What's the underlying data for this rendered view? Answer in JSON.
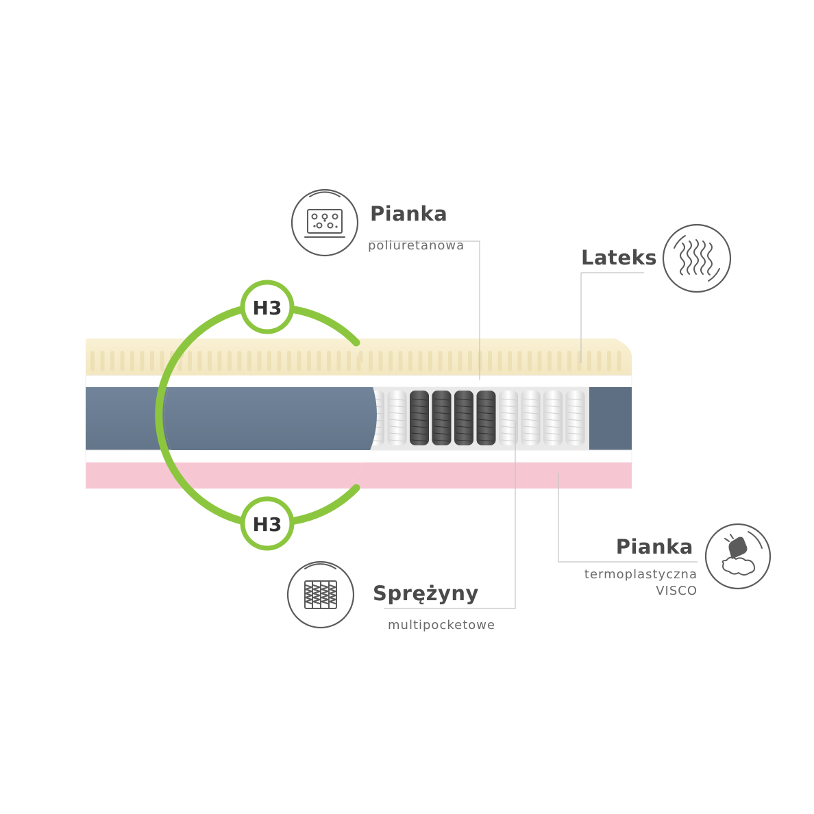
{
  "labels": {
    "polyurethane": {
      "title": "Pianka",
      "subtitle": "poliuretanowa",
      "icon": "foam-cells-icon"
    },
    "latex": {
      "title": "Lateks",
      "icon": "wavy-lines-icon"
    },
    "springs": {
      "title": "Sprężyny",
      "subtitle": "multipocketowe",
      "icon": "pocket-springs-icon"
    },
    "visco": {
      "title": "Pianka",
      "subtitle_line1": "termoplastyczna",
      "subtitle_line2": "VISCO",
      "icon": "hand-pressing-foam-icon"
    }
  },
  "firmness": {
    "top_badge": "H3",
    "bottom_badge": "H3"
  },
  "colors": {
    "latex_layer": "#f6ecc8",
    "white_layer": "#ffffff",
    "core_foam": "#6a7d92",
    "visco_layer": "#f6c7d3",
    "green_ring": "#8cc63f",
    "spring_white": "#f2f2f2",
    "spring_dark": "#555555"
  }
}
